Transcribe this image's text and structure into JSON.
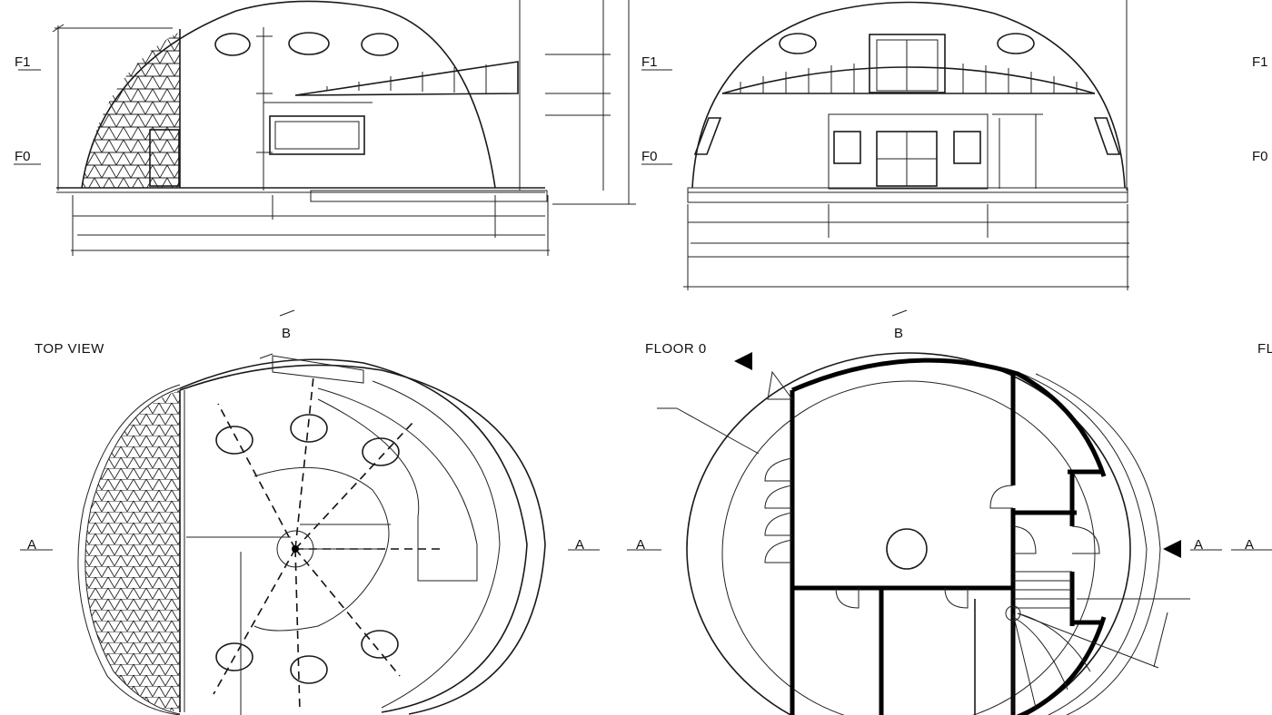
{
  "labels": {
    "f1_left": "F1",
    "f0_left": "F0",
    "f1_mid": "F1",
    "f0_mid": "F0",
    "f1_right": "F1",
    "f0_right": "F0",
    "top_view": "TOP VIEW",
    "floor0": "FLOOR 0",
    "floor_right": "FL",
    "sec_a1": "A",
    "sec_a2": "A",
    "sec_a3": "A",
    "sec_a4": "A",
    "sec_a5": "A",
    "sec_b1": "B",
    "sec_b2": "B"
  },
  "colors": {
    "ink": "#111111",
    "paper": "#ffffff"
  }
}
